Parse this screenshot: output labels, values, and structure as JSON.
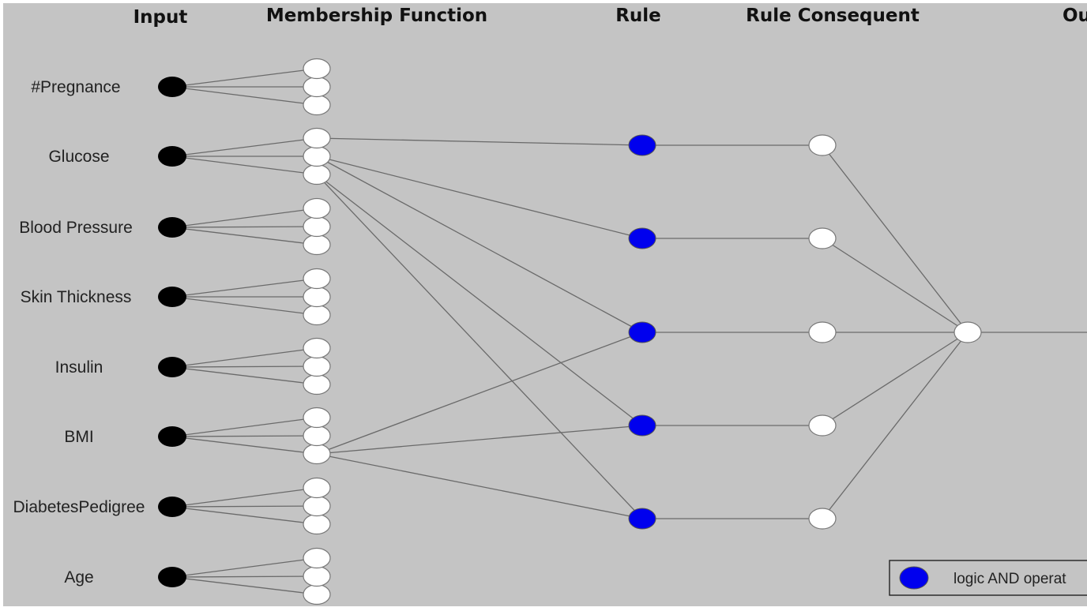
{
  "headers": {
    "input": "Input",
    "membership": "Membership Function",
    "rule": "Rule",
    "consequent": "Rule Consequent",
    "output": "Ou"
  },
  "inputs": [
    "#Pregnance",
    "Glucose",
    "Blood Pressure",
    "Skin Thickness",
    "Insulin",
    "BMI",
    "DiabetesPedigree",
    "Age"
  ],
  "membership_functions_per_input": 3,
  "rule_count": 5,
  "rule_connections": [
    {
      "rule": 1,
      "from": [
        [
          1,
          0
        ]
      ]
    },
    {
      "rule": 2,
      "from": [
        [
          1,
          1
        ]
      ]
    },
    {
      "rule": 3,
      "from": [
        [
          1,
          1
        ],
        [
          5,
          2
        ]
      ]
    },
    {
      "rule": 4,
      "from": [
        [
          1,
          2
        ],
        [
          5,
          2
        ]
      ]
    },
    {
      "rule": 5,
      "from": [
        [
          1,
          2
        ],
        [
          5,
          2
        ]
      ]
    }
  ],
  "legend": {
    "rule_node": "logic AND operat"
  },
  "colors": {
    "background": "#c4c4c4",
    "input_node": "#000000",
    "rule_node": "#0000ee",
    "membership_node": "#ffffff",
    "edge": "#6a6a6a"
  }
}
